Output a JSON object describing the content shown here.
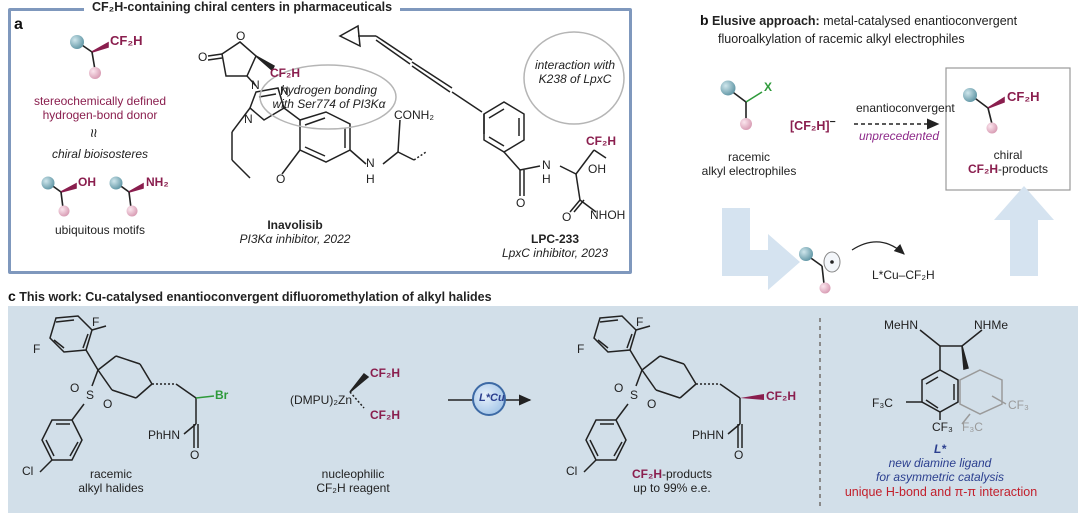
{
  "panel_a": {
    "letter": "a",
    "title": "CF₂H-containing chiral centers in pharmaceuticals",
    "motif_cf2h": "CF₂H",
    "label_donor": "stereochemically defined\nhydrogen-bond donor",
    "equiv_symbol": "≈",
    "label_bioisosteres": "chiral bioisosteres",
    "motif_oh": "OH",
    "motif_nh2": "NH₂",
    "label_ubiquitous": "ubiquitous motifs",
    "inavolisib_cf2h": "CF₂H",
    "inavolisib_o1": "O",
    "inavolisib_o2": "O",
    "inavolisib_n": "N",
    "inavolisib_n2": "N",
    "inavolisib_n3": "N",
    "inavolisib_o3": "O",
    "inavolisib_nh": "N",
    "inavolisib_h": "H",
    "inavolisib_conh2": "CONH₂",
    "hbond_note": "hydrogen bonding\nwith Ser774 of PI3Kα",
    "inavolisib_name": "Inavolisib",
    "inavolisib_desc": "PI3Kα inhibitor, 2022",
    "lpc_note": "interaction with\nK238 of LpxC",
    "lpc_cf2h": "CF₂H",
    "lpc_oh": "OH",
    "lpc_o": "O",
    "lpc_n": "N",
    "lpc_h": "H",
    "lpc_o2": "O",
    "lpc_nhoh": "NHOH",
    "lpc_name": "LPC-233",
    "lpc_desc": "LpxC inhibitor, 2023"
  },
  "panel_b": {
    "letter": "b",
    "title_bold": "Elusive approach:",
    "title_rest": " metal-catalysed enantioconvergent",
    "title_line2": "fluoroalkylation of racemic alkyl electrophiles",
    "x_label": "X",
    "reagent": "[CF₂H]",
    "reagent_charge": "−",
    "arrow_top": "enantioconvergent",
    "arrow_bottom": "unprecedented",
    "label_racemic": "racemic\nalkyl electrophiles",
    "product_cf2h": "CF₂H",
    "product_label1": "chiral",
    "product_label2": "CF₂H",
    "product_label3": "-products",
    "cu_label": "L*Cu–CF₂H"
  },
  "panel_c": {
    "letter": "c",
    "title": "This work: Cu-catalysed enantioconvergent difluoromethylation of alkyl halides",
    "sm_f1": "F",
    "sm_f2": "F",
    "sm_s": "S",
    "sm_o1": "O",
    "sm_o2": "O",
    "sm_cl": "Cl",
    "sm_br": "Br",
    "sm_phhn": "PhHN",
    "sm_o3": "O",
    "sm_label": "racemic\nalkyl halides",
    "reagent_dmpu": "(DMPU)₂Zn",
    "reagent_cf2h_1": "CF₂H",
    "reagent_cf2h_2": "CF₂H",
    "reagent_label": "nucleophilic\nCF₂H reagent",
    "catalyst": "L*Cu",
    "pr_f1": "F",
    "pr_f2": "F",
    "pr_s": "S",
    "pr_o1": "O",
    "pr_o2": "O",
    "pr_cl": "Cl",
    "pr_phhn": "PhHN",
    "pr_o3": "O",
    "pr_cf2h": "CF₂H",
    "pr_label1": "CF₂H",
    "pr_label2": "-products",
    "pr_label3": "up to 99% e.e.",
    "lig_meHN": "MeHN",
    "lig_nhme": "NHMe",
    "lig_f3c_1": "F₃C",
    "lig_cf3_1": "CF₃",
    "lig_f3c_2": "F₃C",
    "lig_cf3_2": "CF₃",
    "lig_name": "L*",
    "lig_desc1": "new diamine ligand",
    "lig_desc2": "for asymmetric catalysis",
    "lig_desc3": "unique H-bond and π-π interaction"
  },
  "colors": {
    "maroon": "#8a1e4e",
    "green": "#2e9a3a",
    "teal_ball": "#6ea2b0",
    "pink_ball": "#e3b6c8",
    "frame_blue": "#7f98bd",
    "panel_c_bg": "#d2dfe9",
    "purple_text": "#8e2a8a",
    "red_text": "#c2202c",
    "navy_text": "#2b3f8f"
  }
}
